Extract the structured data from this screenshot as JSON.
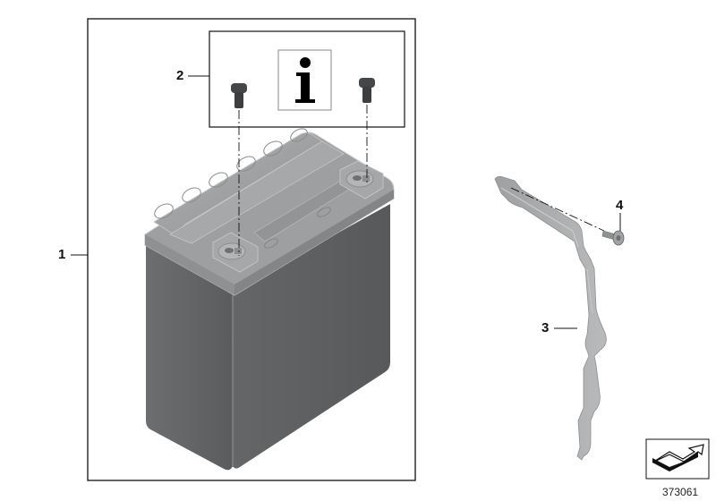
{
  "diagram": {
    "callouts": [
      {
        "id": "1",
        "label": "1",
        "part": "battery"
      },
      {
        "id": "2",
        "label": "2",
        "part": "terminal-screws-set"
      },
      {
        "id": "3",
        "label": "3",
        "part": "battery-holding-strap"
      },
      {
        "id": "4",
        "label": "4",
        "part": "strap-screw"
      }
    ],
    "info_icon": "i",
    "diagram_number": "373061",
    "nav_icon": "next-arrow-icon",
    "colors": {
      "battery_body": "#5f6162",
      "battery_lid": "#9c9e9f",
      "bracket": "#a8aaab",
      "screw": "#3f4142",
      "frame_line": "#111111"
    }
  }
}
